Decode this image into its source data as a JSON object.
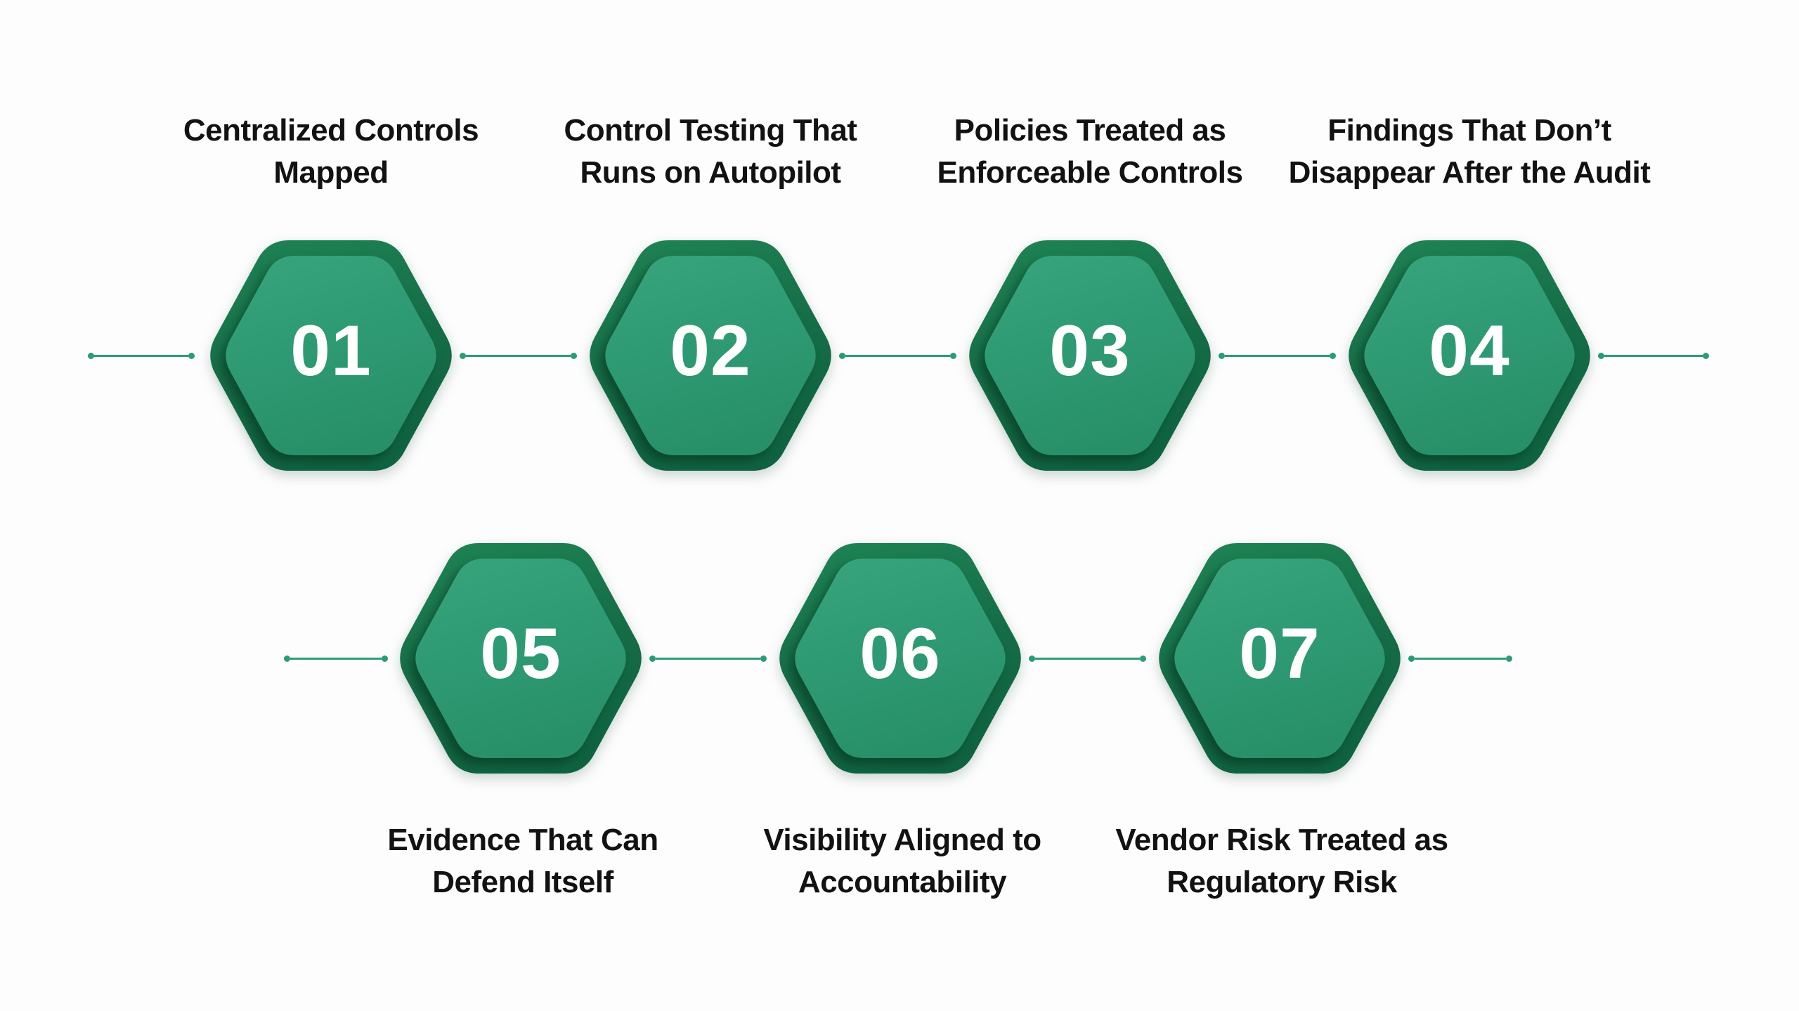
{
  "diagram": {
    "type": "process-hexagon-infographic",
    "step_count": 7,
    "steps": [
      {
        "number": "01",
        "label_line1": "Centralized Controls",
        "label_line2": "Mapped"
      },
      {
        "number": "02",
        "label_line1": "Control Testing That",
        "label_line2": "Runs on Autopilot"
      },
      {
        "number": "03",
        "label_line1": "Policies Treated as",
        "label_line2": "Enforceable Controls"
      },
      {
        "number": "04",
        "label_line1": "Findings That Don’t",
        "label_line2": "Disappear After the Audit"
      },
      {
        "number": "05",
        "label_line1": "Evidence That Can",
        "label_line2": "Defend Itself"
      },
      {
        "number": "06",
        "label_line1": "Visibility Aligned to",
        "label_line2": "Accountability"
      },
      {
        "number": "07",
        "label_line1": "Vendor Risk Treated as",
        "label_line2": "Regulatory Risk"
      }
    ],
    "colors": {
      "background": "#fdfdfd",
      "hex_outer_top": "#1e8354",
      "hex_outer_bottom": "#0f6340",
      "hex_inner_top": "#37a47d",
      "hex_inner_bottom": "#289069",
      "connector_green": "#2b9c74",
      "number_text": "#ffffff",
      "label_text": "#121212"
    }
  }
}
